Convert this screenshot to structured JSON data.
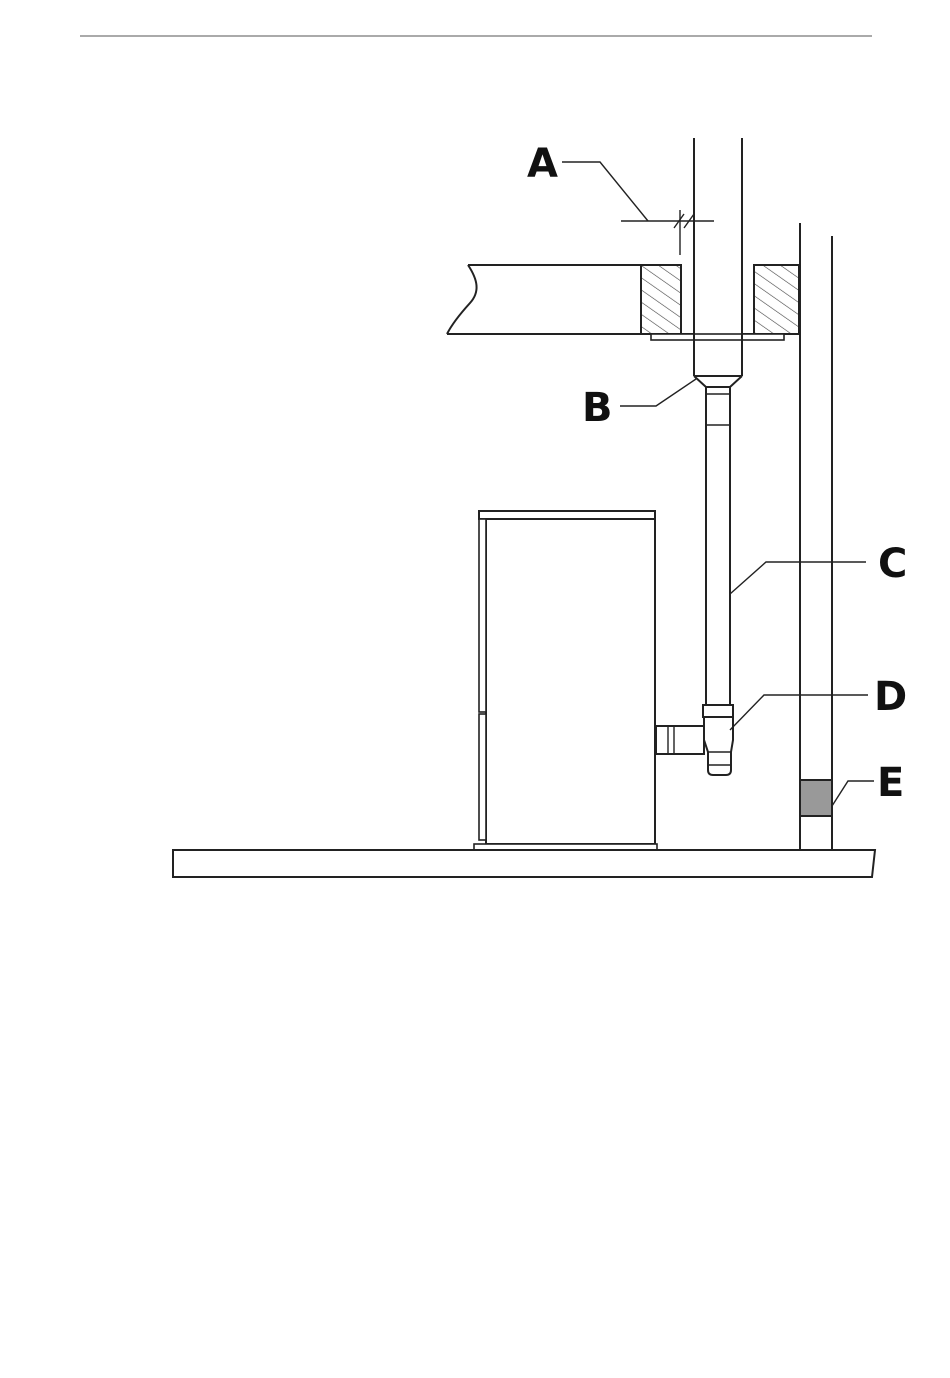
{
  "diagram": {
    "labels": {
      "a": "A",
      "b": "B",
      "c": "C",
      "d": "D",
      "e": "E"
    },
    "colors": {
      "line": "#222222",
      "insulation_fill": "#999999",
      "background": "#ffffff"
    }
  }
}
